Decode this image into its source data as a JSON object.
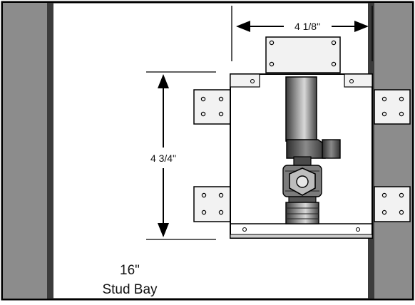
{
  "dimensions": {
    "width_label": "4 1/8\"",
    "height_label": "4 3/4\""
  },
  "stud_bay": {
    "size": "16\"",
    "label": "Stud Bay"
  },
  "colors": {
    "stud_fill": "#8c8c8c",
    "stud_dark": "#3c3c3c",
    "frame": "#000000",
    "bracket": "#f2f2f2",
    "valve_body": "#6e6e6e"
  }
}
